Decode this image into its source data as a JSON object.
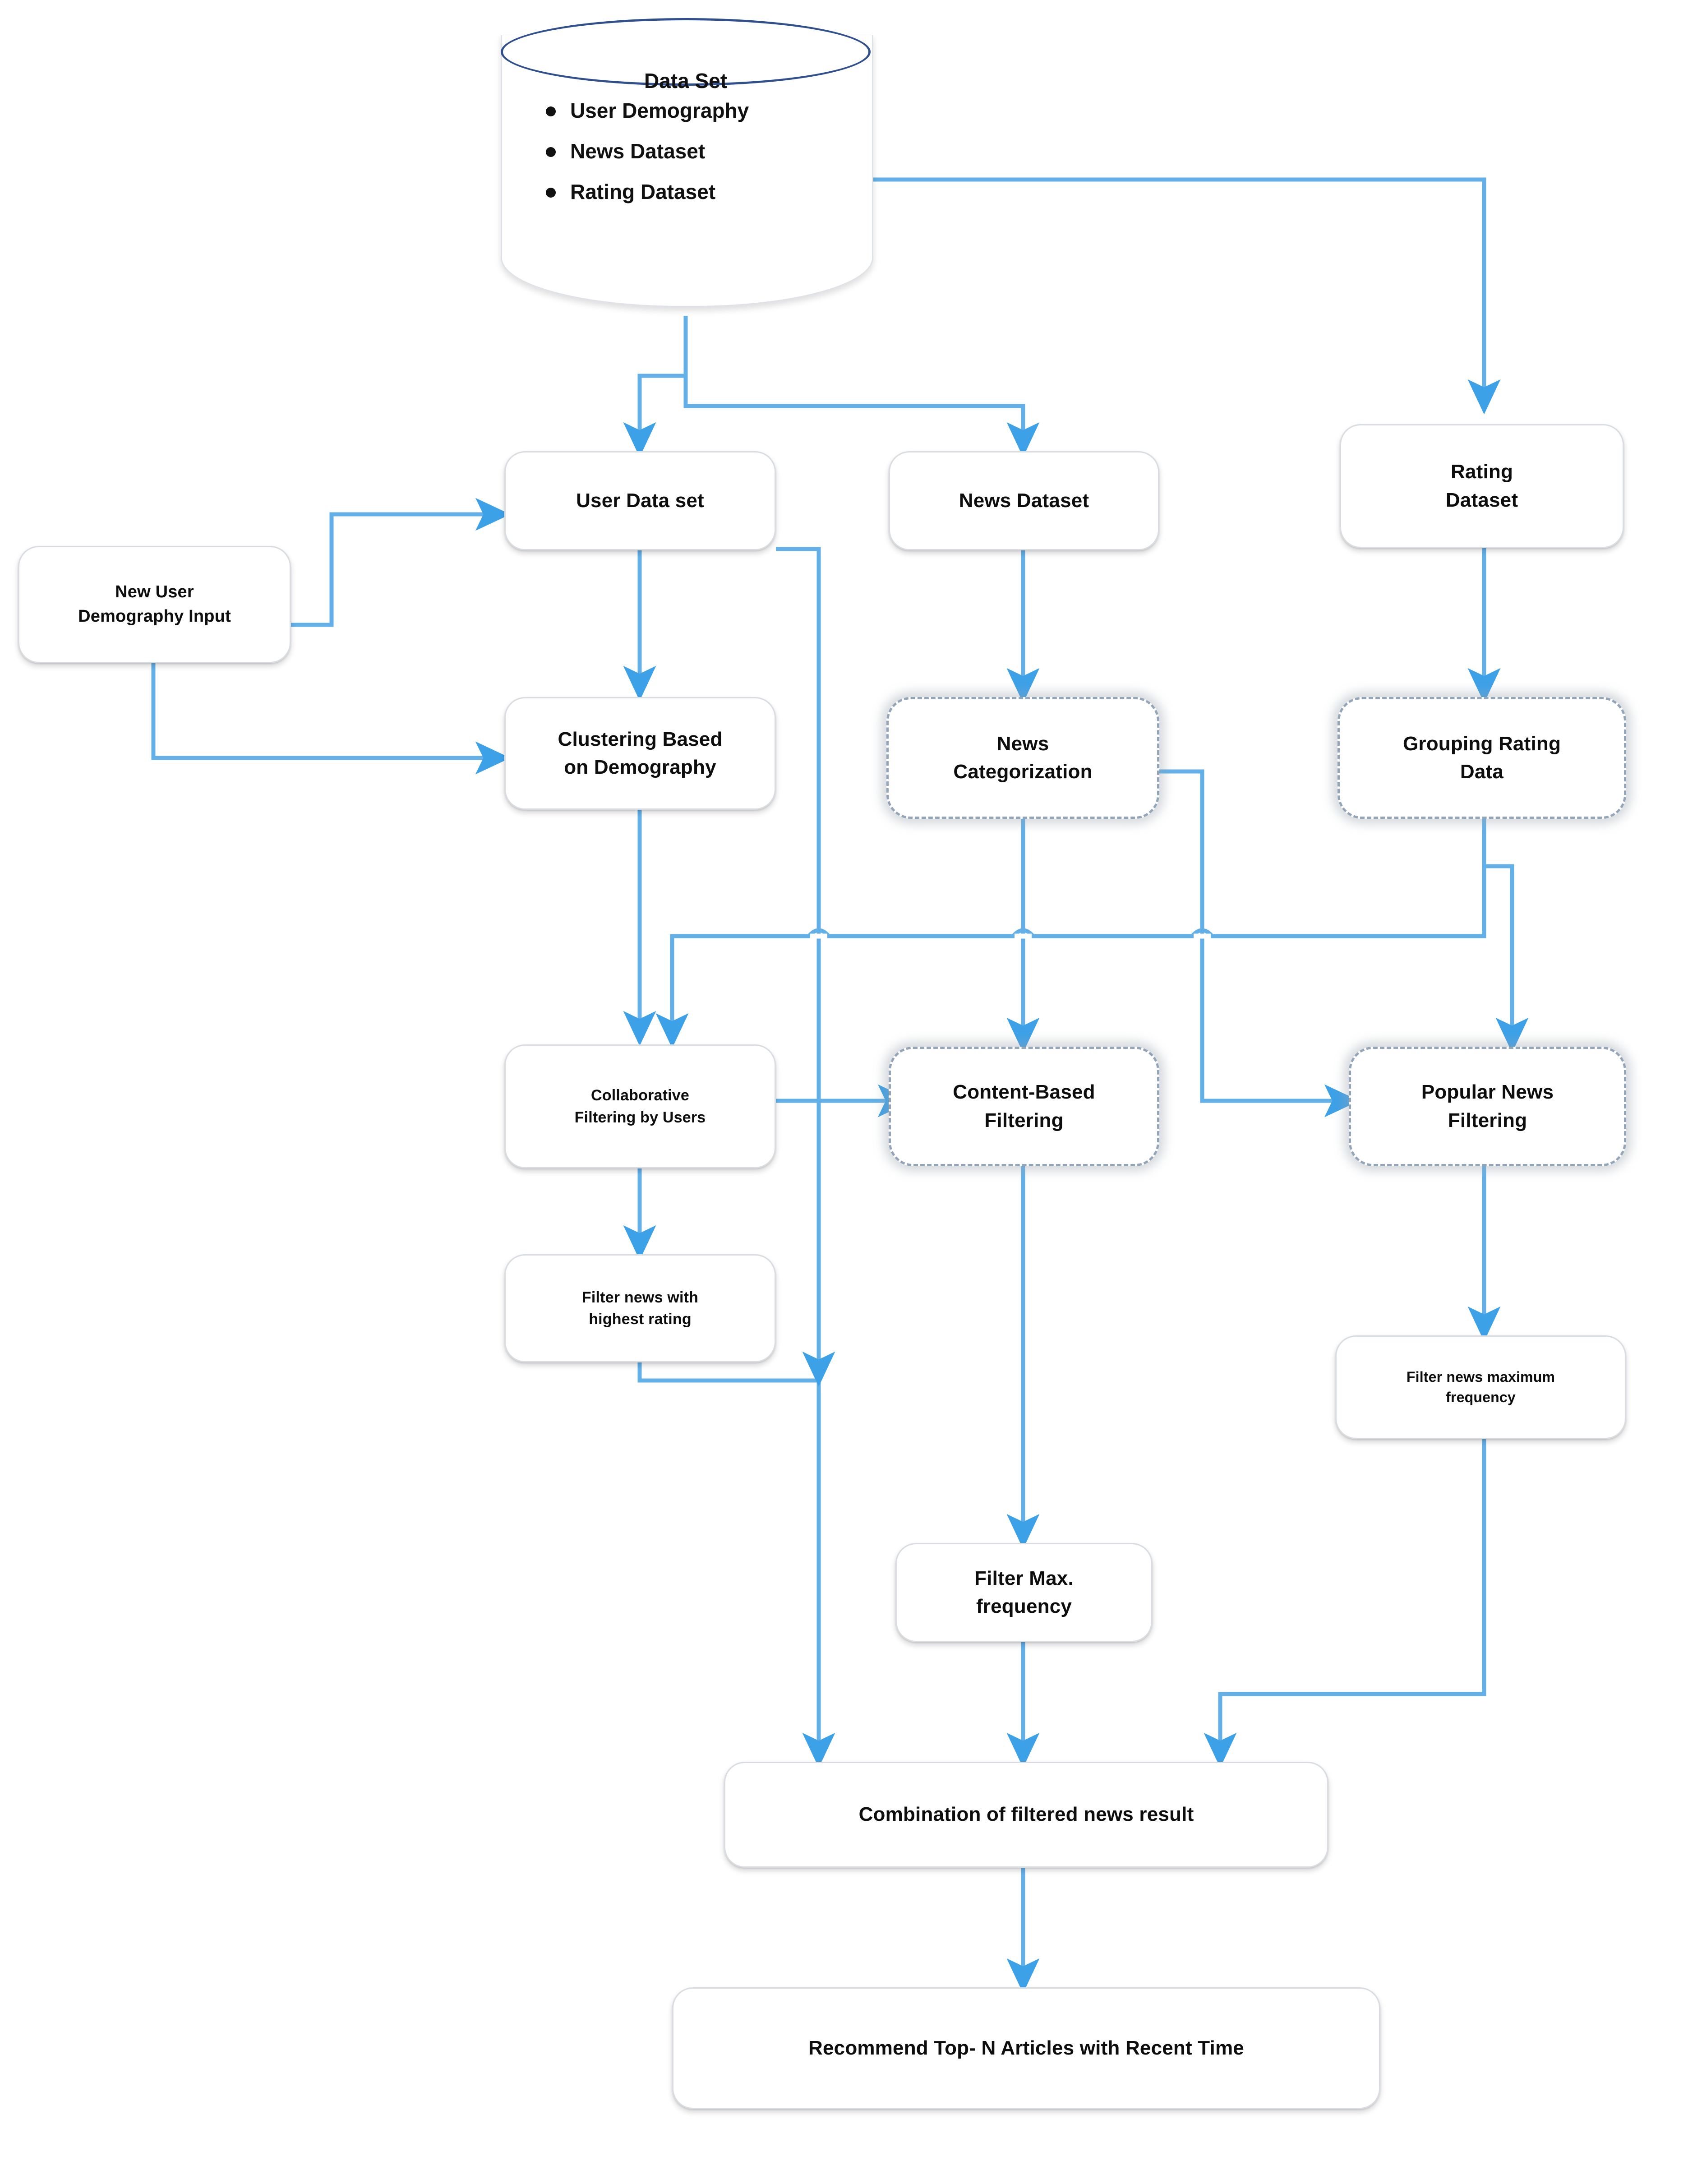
{
  "diagram": {
    "title": "News recommendation system flow",
    "accent_color": "#4aa3e0",
    "node_border_color": "#d9dde1",
    "dashed_border_color": "#93a5b8",
    "text_color": "#0d0d0d"
  },
  "database": {
    "title": "Data Set",
    "items": [
      "User Demography",
      "News Dataset",
      "Rating Dataset"
    ]
  },
  "nodes": {
    "new_user_input": "New User\nDemography Input",
    "user_dataset": "User Data set",
    "news_dataset": "News Dataset",
    "rating_dataset": "Rating\nDataset",
    "clustering": "Clustering Based\non Demography",
    "news_categorization": "News\nCategorization",
    "grouping_rating": "Grouping Rating\nData",
    "collaborative_filtering": "Collaborative\nFiltering  by Users",
    "content_based_filtering": "Content-Based\nFiltering",
    "popular_news_filtering": "Popular News\nFiltering",
    "filter_highest_rating": "Filter news with\nhighest rating",
    "filter_news_max_freq": "Filter news maximum\nfrequency",
    "filter_max_frequency": "Filter Max.\nfrequency",
    "combination": "Combination of filtered news result",
    "recommend": "Recommend Top- N Articles with  Recent Time"
  },
  "edges": [
    {
      "from": "database",
      "to": "rating_dataset"
    },
    {
      "from": "database",
      "to": "user_dataset"
    },
    {
      "from": "database",
      "to": "news_dataset"
    },
    {
      "from": "new_user_input",
      "to": "user_dataset"
    },
    {
      "from": "new_user_input",
      "to": "clustering"
    },
    {
      "from": "user_dataset",
      "to": "clustering"
    },
    {
      "from": "user_dataset",
      "to": "collaborative_filtering"
    },
    {
      "from": "news_dataset",
      "to": "news_categorization"
    },
    {
      "from": "rating_dataset",
      "to": "grouping_rating"
    },
    {
      "from": "clustering",
      "to": "collaborative_filtering"
    },
    {
      "from": "news_categorization",
      "to": "content_based_filtering"
    },
    {
      "from": "news_categorization",
      "to": "popular_news_filtering"
    },
    {
      "from": "grouping_rating",
      "to": "collaborative_filtering"
    },
    {
      "from": "grouping_rating",
      "to": "popular_news_filtering"
    },
    {
      "from": "collaborative_filtering",
      "to": "content_based_filtering"
    },
    {
      "from": "collaborative_filtering",
      "to": "filter_highest_rating"
    },
    {
      "from": "content_based_filtering",
      "to": "filter_max_frequency"
    },
    {
      "from": "popular_news_filtering",
      "to": "filter_news_max_freq"
    },
    {
      "from": "filter_highest_rating",
      "to": "combination"
    },
    {
      "from": "filter_max_frequency",
      "to": "combination"
    },
    {
      "from": "filter_news_max_freq",
      "to": "combination"
    },
    {
      "from": "combination",
      "to": "recommend"
    }
  ]
}
